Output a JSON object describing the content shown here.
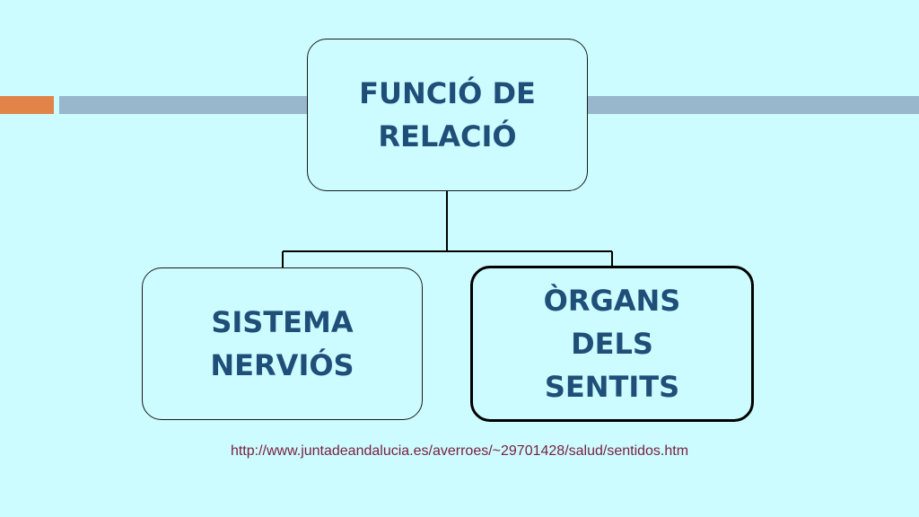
{
  "diagram": {
    "root": {
      "label": "FUNCIÓ DE RELACIÓ"
    },
    "children": [
      {
        "label": "SISTEMA NERVIÓS"
      },
      {
        "label": "ÒRGANS DELS SENTITS"
      }
    ]
  },
  "source": {
    "url": "http://www.juntadeandalucia.es/averroes/~29701428/salud/sentidos.htm"
  },
  "colors": {
    "background": "#ccfcff",
    "accent_orange": "#e2844a",
    "accent_blue": "#98b6cc",
    "node_text": "#1f4e79",
    "link_text": "#7a1f3d"
  }
}
